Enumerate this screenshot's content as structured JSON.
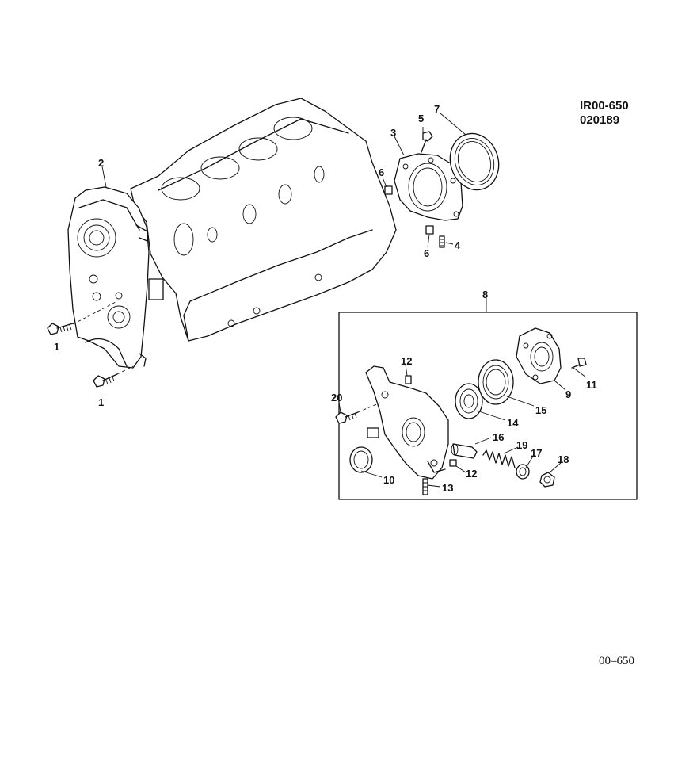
{
  "header": {
    "code_line1": "IR00-650",
    "code_line2": "020189"
  },
  "footer": {
    "page_number": "00–650"
  },
  "callouts": {
    "c1a": "1",
    "c1b": "1",
    "c2": "2",
    "c3": "3",
    "c4": "4",
    "c5": "5",
    "c6a": "6",
    "c6b": "6",
    "c7": "7",
    "c8": "8",
    "c9": "9",
    "c10": "10",
    "c11": "11",
    "c12a": "12",
    "c12b": "12",
    "c13": "13",
    "c14": "14",
    "c15": "15",
    "c16": "16",
    "c17": "17",
    "c18": "18",
    "c19": "19",
    "c20": "20"
  }
}
